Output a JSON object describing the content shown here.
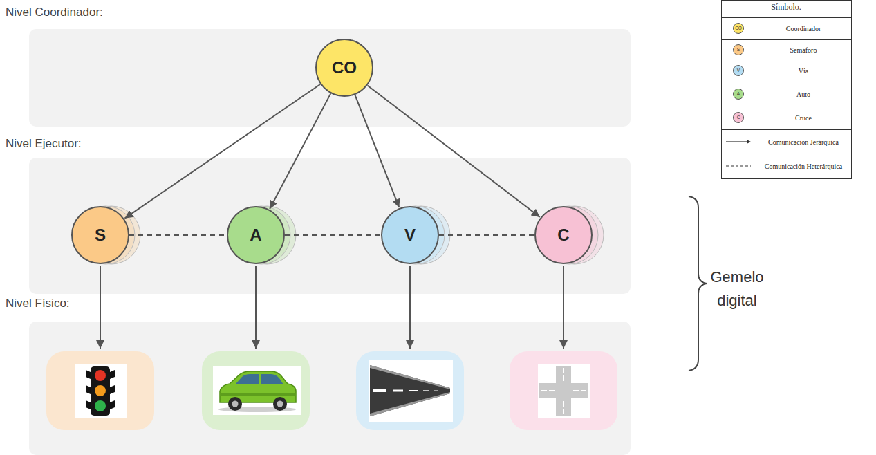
{
  "diagram": {
    "nodes": [
      {
        "text": [
          "Nivel Coordinador:"
        ]
      },
      {
        "text": [
          "CO"
        ],
        "in": 0
      },
      {
        "text": [
          "Nivel Ejecutor:"
        ]
      },
      {
        "text": [
          "S"
        ],
        "in": 2
      },
      {
        "text": [
          "A"
        ],
        "in": 2
      },
      {
        "text": [
          "V"
        ],
        "in": 2
      },
      {
        "text": [
          "C"
        ],
        "in": 2
      },
      {
        "text": [
          "Nivel Físico:"
        ]
      }
    ],
    "edges": [
      {
        "from": 1,
        "to": 3,
        "arrow": "to"
      },
      {
        "from": 1,
        "to": 4,
        "arrow": "to"
      },
      {
        "from": 1,
        "to": 5,
        "arrow": "to"
      },
      {
        "from": 1,
        "to": 6,
        "arrow": "to"
      },
      {
        "from": 3,
        "to": 4,
        "arrow": "none"
      },
      {
        "from": 4,
        "to": 5,
        "arrow": "none"
      },
      {
        "from": 5,
        "to": 6,
        "arrow": "none"
      }
    ],
    "labels": [
      "Símbolo.",
      "CO",
      "S",
      "V",
      "A",
      "C",
      "Gemelo digital"
    ],
    "legend": [
      {
        "text": "Coordinador",
        "color": "#fde567"
      },
      {
        "text": "Semáforo",
        "color": "#fbc987"
      },
      {
        "text": "Vía",
        "color": "#b3dcf2"
      },
      {
        "text": "Auto",
        "color": "#a8dc8c"
      },
      {
        "text": "Cruce",
        "color": "#f7c1d4"
      },
      {
        "text": "Comunicación Jerárquica"
      },
      {
        "text": "Comunicación Heterárquica"
      }
    ]
  }
}
